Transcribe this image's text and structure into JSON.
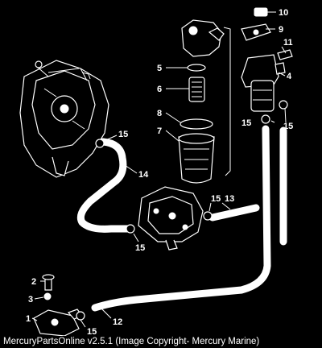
{
  "callouts": {
    "c1": "1",
    "c2": "2",
    "c3": "3",
    "c4": "4",
    "c5": "5",
    "c6": "6",
    "c7": "7",
    "c8": "8",
    "c9": "9",
    "c10": "10",
    "c11": "11",
    "c12": "12",
    "c13": "13",
    "c14": "14",
    "c15a": "15",
    "c15b": "15",
    "c15c": "15",
    "c15d": "15",
    "c15e": "15",
    "c15f": "15"
  },
  "caption": "MercuryPartsOnline v2.5.1 (Image Copyright- Mercury Marine)"
}
